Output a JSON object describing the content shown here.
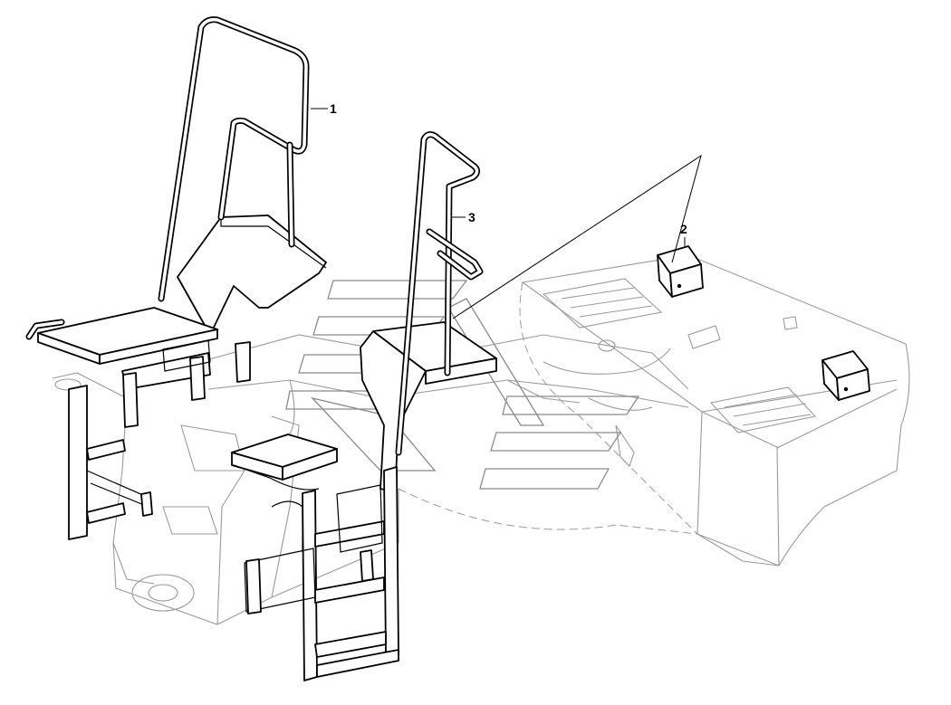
{
  "callouts": [
    {
      "id": "1",
      "label": "1"
    },
    {
      "id": "2",
      "label": "2"
    },
    {
      "id": "3",
      "label": "3"
    }
  ],
  "colors": {
    "part_line": "#000000",
    "ghost_line": "#9a9a9a",
    "background": "#ffffff"
  }
}
